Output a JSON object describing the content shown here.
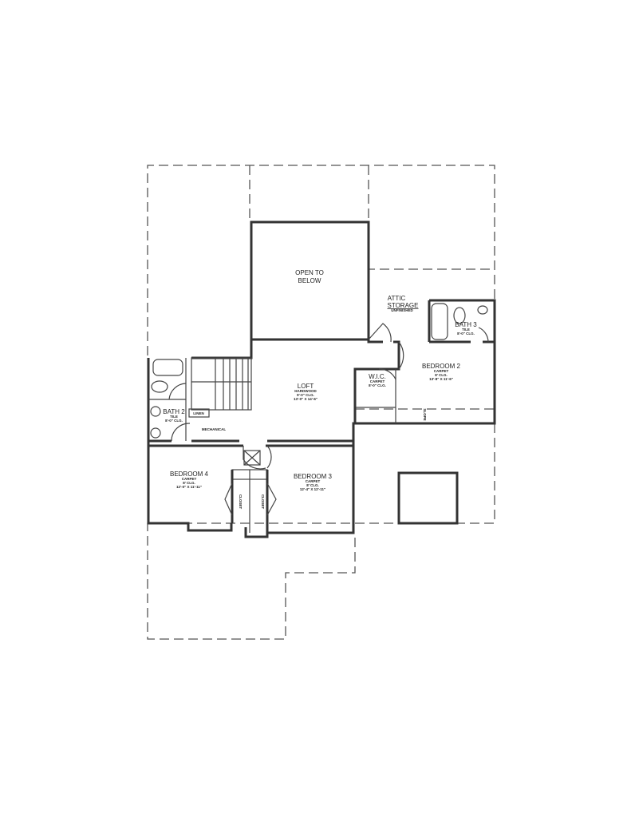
{
  "rooms": {
    "open_to_below": {
      "line1": "OPEN TO",
      "line2": "BELOW"
    },
    "attic": {
      "line1": "ATTIC",
      "line2": "STORAGE",
      "note": "UNFINISHED"
    },
    "bath3": {
      "name": "BATH 3",
      "floor": "TILE",
      "ceiling": "8'-0\" CLG."
    },
    "bedroom2": {
      "name": "BEDROOM 2",
      "floor": "CARPET",
      "ceiling": "8' CLG.",
      "size": "13'-8\" X 11'-6\""
    },
    "wic": {
      "name": "W.I.C.",
      "floor": "CARPET",
      "ceiling": "8'-0\" CLG."
    },
    "loft": {
      "name": "LOFT",
      "floor": "HARDWOOD",
      "ceiling": "9'-0\" CLG.",
      "size": "13'-0\" X 14'-6\""
    },
    "bath2": {
      "name": "BATH 2",
      "floor": "TILE",
      "ceiling": "8'-0\" CLG."
    },
    "linen": {
      "name": "LINEN"
    },
    "mechanical": {
      "name": "MECHANICAL"
    },
    "bedroom4": {
      "name": "BEDROOM 4",
      "floor": "CARPET",
      "ceiling": "8' CLG.",
      "size": "12'-0\" X 11'-11\""
    },
    "bedroom3": {
      "name": "BEDROOM 3",
      "floor": "CARPET",
      "ceiling": "8' CLG.",
      "size": "12'-4\" X 12'-11\""
    },
    "closet_left": {
      "name": "CLOSET"
    },
    "closet_right": {
      "name": "CLOSET"
    },
    "slope": {
      "name": "SLOPE"
    }
  }
}
